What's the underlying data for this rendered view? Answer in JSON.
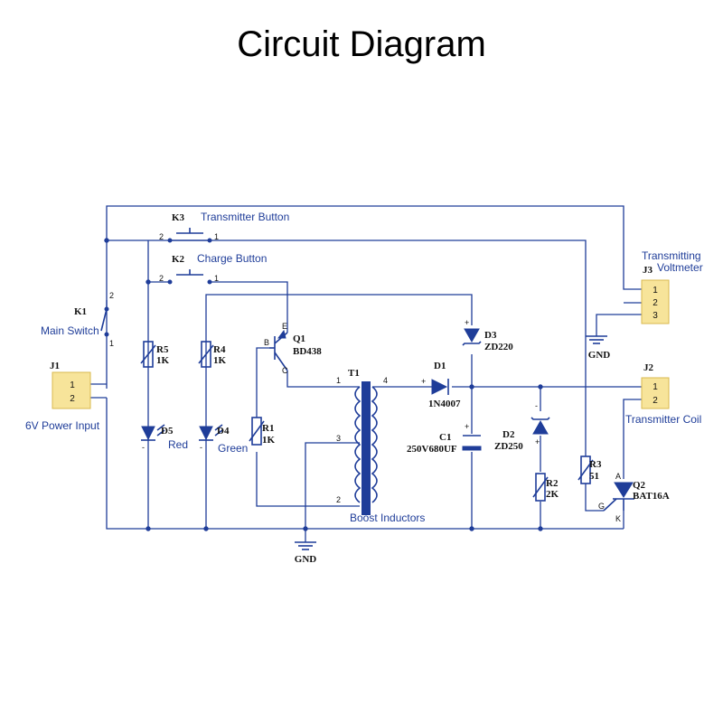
{
  "title": "Circuit Diagram",
  "labels": {
    "transmitter_button": "Transmitter Button",
    "charge_button": "Charge Button",
    "main_switch": "Main Switch",
    "power_input": "6V Power Input",
    "red": "Red",
    "green": "Green",
    "boost_inductors": "Boost Inductors",
    "transmitting_voltmeter_1": "Transmitting",
    "transmitting_voltmeter_2": "Voltmeter",
    "transmitter_coil": "Transmitter Coil"
  },
  "refs": {
    "K1": "K1",
    "K2": "K2",
    "K3": "K3",
    "J1": "J1",
    "J2": "J2",
    "J3": "J3",
    "R1": "R1",
    "R2": "R2",
    "R3": "R3",
    "R4": "R4",
    "R5": "R5",
    "D1": "D1",
    "D2": "D2",
    "D3": "D3",
    "D4": "D4",
    "D5": "D5",
    "Q1": "Q1",
    "Q2": "Q2",
    "T1": "T1",
    "C1": "C1"
  },
  "values": {
    "R1": "1K",
    "R2": "2K",
    "R3": "51",
    "R4": "1K",
    "R5": "1K",
    "D1": "1N4007",
    "D2": "ZD250",
    "D3": "ZD220",
    "Q1": "BD438",
    "Q2": "BAT16A",
    "C1": "250V680UF"
  },
  "pins": {
    "one": "1",
    "two": "2",
    "three": "3",
    "four": "4",
    "B": "B",
    "C": "C",
    "E": "E",
    "A": "A",
    "G": "G",
    "K": "K",
    "plus": "+",
    "minus": "-"
  },
  "gnd": "GND"
}
